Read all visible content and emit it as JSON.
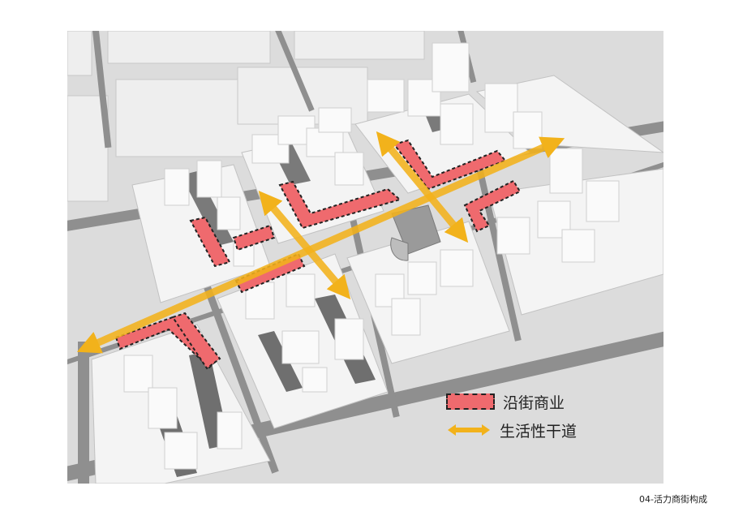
{
  "legend": {
    "items": [
      {
        "label": "沿街商业",
        "color": "#ef6a6e",
        "kind": "commercial-swatch"
      },
      {
        "label": "生活性干道",
        "color": "#f2b21b",
        "kind": "double-arrow"
      }
    ]
  },
  "caption": "04-活力商街构成",
  "colors": {
    "background": "#dcdcdc",
    "road": "#8f8f8f",
    "block": "#f4f4f4",
    "building": "#fafafa",
    "building_shadow": "#6f6f6f",
    "commercial": "#ef6a6e",
    "artery": "#f2b21b"
  }
}
